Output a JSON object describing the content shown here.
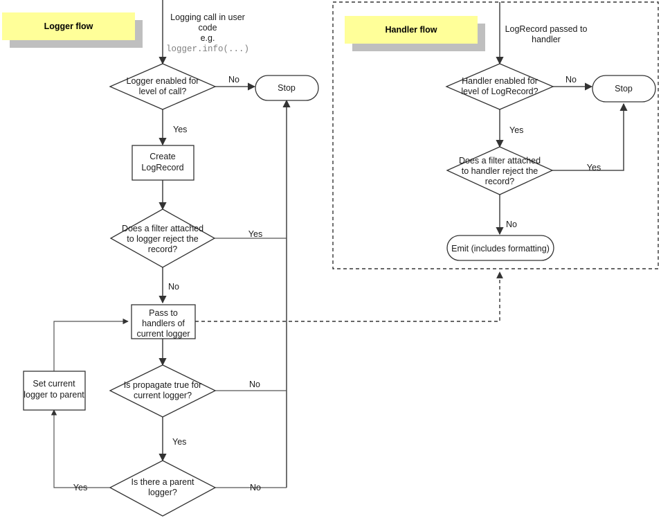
{
  "diagram": {
    "title": "Python logging flow",
    "colors": {
      "banner_fill": "#ffff99",
      "banner_shadow": "#bfbfbf",
      "node_stroke": "#333333",
      "edge_stroke": "#4d4d4d",
      "code_text": "#808080",
      "background": "#ffffff"
    }
  },
  "logger_flow": {
    "banner_label": "Logger flow",
    "entry_caption": {
      "line1": "Logging call in user",
      "line2": "code",
      "line3": "e.g.",
      "code": "logger.info(...)"
    },
    "nodes": {
      "logger_enabled": {
        "type": "decision",
        "line1": "Logger enabled for",
        "line2": "level of call?"
      },
      "stop": {
        "type": "terminator",
        "label": "Stop"
      },
      "create_logrecord": {
        "type": "process",
        "line1": "Create",
        "line2": "LogRecord"
      },
      "logger_filter": {
        "type": "decision",
        "line1": "Does a filter attached",
        "line2": "to logger reject the",
        "line3": "record?"
      },
      "pass_to_handlers": {
        "type": "process",
        "line1": "Pass to",
        "line2": "handlers of",
        "line3": "current logger"
      },
      "is_propagate": {
        "type": "decision",
        "line1": "Is propagate true for",
        "line2": "current logger?"
      },
      "has_parent": {
        "type": "decision",
        "line1": "Is there a parent",
        "line2": "logger?"
      },
      "set_parent": {
        "type": "process",
        "line1": "Set current",
        "line2": "logger to parent"
      }
    },
    "edge_labels": {
      "logger_enabled_no": "No",
      "logger_enabled_yes": "Yes",
      "logger_filter_yes": "Yes",
      "logger_filter_no": "No",
      "propagate_no": "No",
      "propagate_yes": "Yes",
      "parent_yes": "Yes",
      "parent_no": "No"
    }
  },
  "handler_flow": {
    "banner_label": "Handler flow",
    "entry_caption": {
      "line1": "LogRecord passed to",
      "line2": "handler"
    },
    "nodes": {
      "handler_enabled": {
        "type": "decision",
        "line1": "Handler enabled for",
        "line2": "level of LogRecord?"
      },
      "stop": {
        "type": "terminator",
        "label": "Stop"
      },
      "handler_filter": {
        "type": "decision",
        "line1": "Does a filter attached",
        "line2": "to handler reject the",
        "line3": "record?"
      },
      "emit": {
        "type": "terminator",
        "label": "Emit (includes formatting)"
      }
    },
    "edge_labels": {
      "handler_enabled_no": "No",
      "handler_enabled_yes": "Yes",
      "handler_filter_yes": "Yes",
      "handler_filter_no": "No"
    }
  },
  "chart_data": {
    "type": "diagram",
    "title": "Logging flow (logger flow and handler flow)",
    "nodes": [
      {
        "id": "logging_call",
        "group": "logger",
        "kind": "caption",
        "text": "Logging call in user code e.g. logger.info(...)"
      },
      {
        "id": "logger_enabled",
        "group": "logger",
        "kind": "decision",
        "text": "Logger enabled for level of call?"
      },
      {
        "id": "logger_stop",
        "group": "logger",
        "kind": "terminator",
        "text": "Stop"
      },
      {
        "id": "create_logrecord",
        "group": "logger",
        "kind": "process",
        "text": "Create LogRecord"
      },
      {
        "id": "logger_filter",
        "group": "logger",
        "kind": "decision",
        "text": "Does a filter attached to logger reject the record?"
      },
      {
        "id": "pass_to_handlers",
        "group": "logger",
        "kind": "process",
        "text": "Pass to handlers of current logger"
      },
      {
        "id": "is_propagate",
        "group": "logger",
        "kind": "decision",
        "text": "Is propagate true for current logger?"
      },
      {
        "id": "has_parent",
        "group": "logger",
        "kind": "decision",
        "text": "Is there a parent logger?"
      },
      {
        "id": "set_parent",
        "group": "logger",
        "kind": "process",
        "text": "Set current logger to parent"
      },
      {
        "id": "logrecord_passed",
        "group": "handler",
        "kind": "caption",
        "text": "LogRecord passed to handler"
      },
      {
        "id": "handler_enabled",
        "group": "handler",
        "kind": "decision",
        "text": "Handler enabled for level of LogRecord?"
      },
      {
        "id": "handler_stop",
        "group": "handler",
        "kind": "terminator",
        "text": "Stop"
      },
      {
        "id": "handler_filter",
        "group": "handler",
        "kind": "decision",
        "text": "Does a filter attached to handler reject the record?"
      },
      {
        "id": "emit",
        "group": "handler",
        "kind": "terminator",
        "text": "Emit (includes formatting)"
      }
    ],
    "edges": [
      {
        "from": "logging_call",
        "to": "logger_enabled",
        "label": ""
      },
      {
        "from": "logger_enabled",
        "to": "logger_stop",
        "label": "No"
      },
      {
        "from": "logger_enabled",
        "to": "create_logrecord",
        "label": "Yes"
      },
      {
        "from": "create_logrecord",
        "to": "logger_filter",
        "label": ""
      },
      {
        "from": "logger_filter",
        "to": "logger_stop",
        "label": "Yes"
      },
      {
        "from": "logger_filter",
        "to": "pass_to_handlers",
        "label": "No"
      },
      {
        "from": "pass_to_handlers",
        "to": "is_propagate",
        "label": ""
      },
      {
        "from": "pass_to_handlers",
        "to": "handler_flow_box",
        "label": "",
        "style": "dashed"
      },
      {
        "from": "is_propagate",
        "to": "logger_stop",
        "label": "No"
      },
      {
        "from": "is_propagate",
        "to": "has_parent",
        "label": "Yes"
      },
      {
        "from": "has_parent",
        "to": "set_parent",
        "label": "Yes"
      },
      {
        "from": "has_parent",
        "to": "logger_stop",
        "label": "No"
      },
      {
        "from": "set_parent",
        "to": "pass_to_handlers",
        "label": ""
      },
      {
        "from": "logrecord_passed",
        "to": "handler_enabled",
        "label": ""
      },
      {
        "from": "handler_enabled",
        "to": "handler_stop",
        "label": "No"
      },
      {
        "from": "handler_enabled",
        "to": "handler_filter",
        "label": "Yes"
      },
      {
        "from": "handler_filter",
        "to": "handler_stop",
        "label": "Yes"
      },
      {
        "from": "handler_filter",
        "to": "emit",
        "label": "No"
      }
    ]
  }
}
